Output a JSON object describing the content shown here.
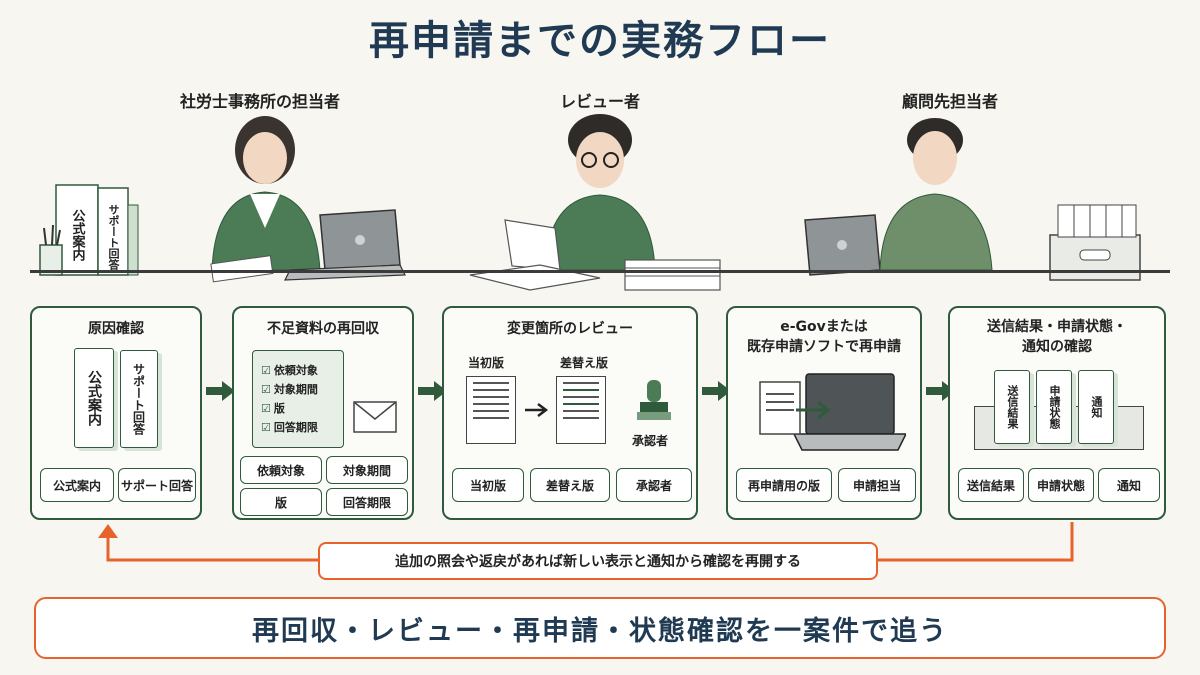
{
  "title": "再申請までの実務フロー",
  "roles": {
    "office": "社労士事務所の担当者",
    "reviewer": "レビュー者",
    "client": "顧問先担当者"
  },
  "shelf_binders": [
    "公式案内",
    "サポート回答"
  ],
  "stages": [
    {
      "title": "原因確認",
      "binders": [
        "公式案内",
        "サポート回答"
      ],
      "chips": [
        "公式案内",
        "サポート回答"
      ]
    },
    {
      "title": "不足資料の再回収",
      "checklist": [
        "依頼対象",
        "対象期間",
        "版",
        "回答期限"
      ],
      "chips": [
        "依頼対象",
        "対象期間",
        "版",
        "回答期限"
      ]
    },
    {
      "title": "変更箇所のレビュー",
      "doc_labels": [
        "当初版",
        "差替え版",
        "承認者"
      ],
      "chips": [
        "当初版",
        "差替え版",
        "承認者"
      ]
    },
    {
      "title_line1": "e-Govまたは",
      "title_line2": "既存申請ソフトで再申請",
      "chips": [
        "再申請用の版",
        "申請担当"
      ]
    },
    {
      "title_line1": "送信結果・申請状態・",
      "title_line2": "通知の確認",
      "tray_docs": [
        "送信結果",
        "申請状態",
        "通知"
      ],
      "chips": [
        "送信結果",
        "申請状態",
        "通知"
      ]
    }
  ],
  "loop_message": "追加の照会や返戻があれば新しい表示と通知から確認を再開する",
  "banner": "再回収・レビュー・再申請・状態確認を一案件で追う",
  "colors": {
    "title": "#1f3a52",
    "green": "#2f5a3c",
    "accent_orange": "#e8632b",
    "background": "#f7f6f1"
  }
}
